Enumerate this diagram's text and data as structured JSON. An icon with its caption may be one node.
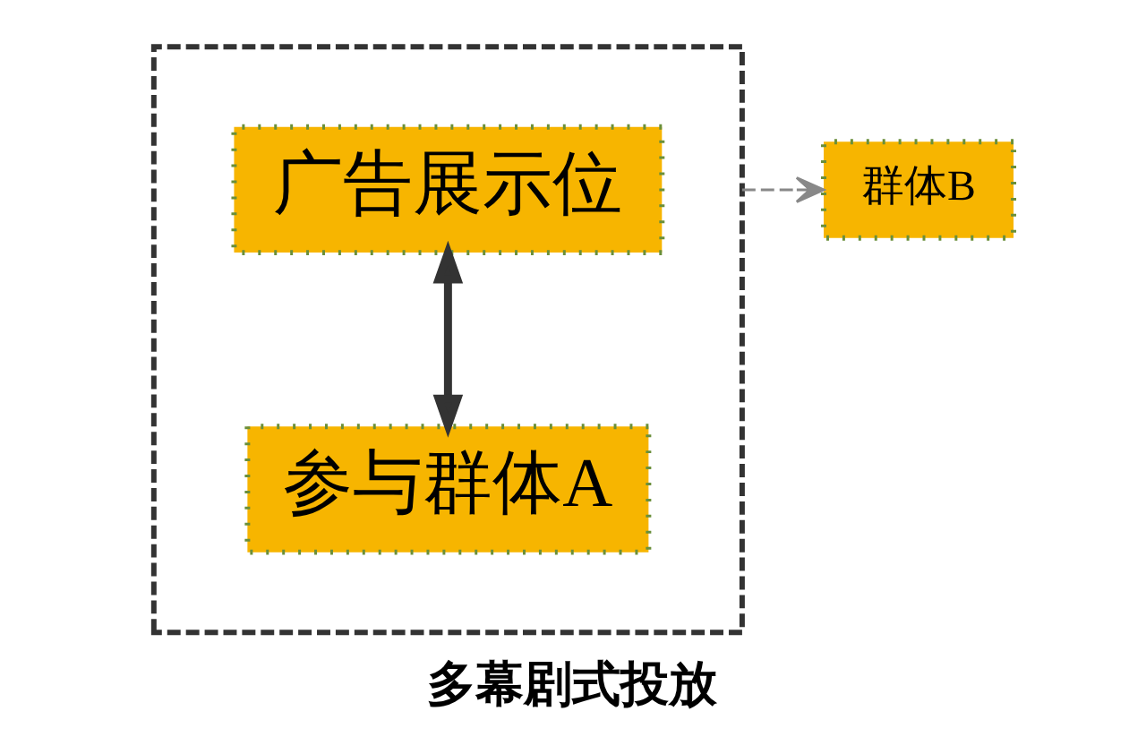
{
  "diagram": {
    "caption": "多幕剧式投放",
    "nodes": [
      {
        "text": [],
        "shape": "box"
      },
      {
        "text": [
          "广告展示位"
        ],
        "in": 0
      },
      {
        "text": [
          "参与群体A"
        ],
        "in": 0
      },
      {
        "text": [
          "群体B"
        ]
      }
    ],
    "edges": [
      {
        "from": 1,
        "to": 2,
        "arrow": "both",
        "style": "thick"
      },
      {
        "from": 0,
        "to": 3,
        "arrow": "to",
        "style": "dashed",
        "color": "#888888"
      }
    ]
  }
}
